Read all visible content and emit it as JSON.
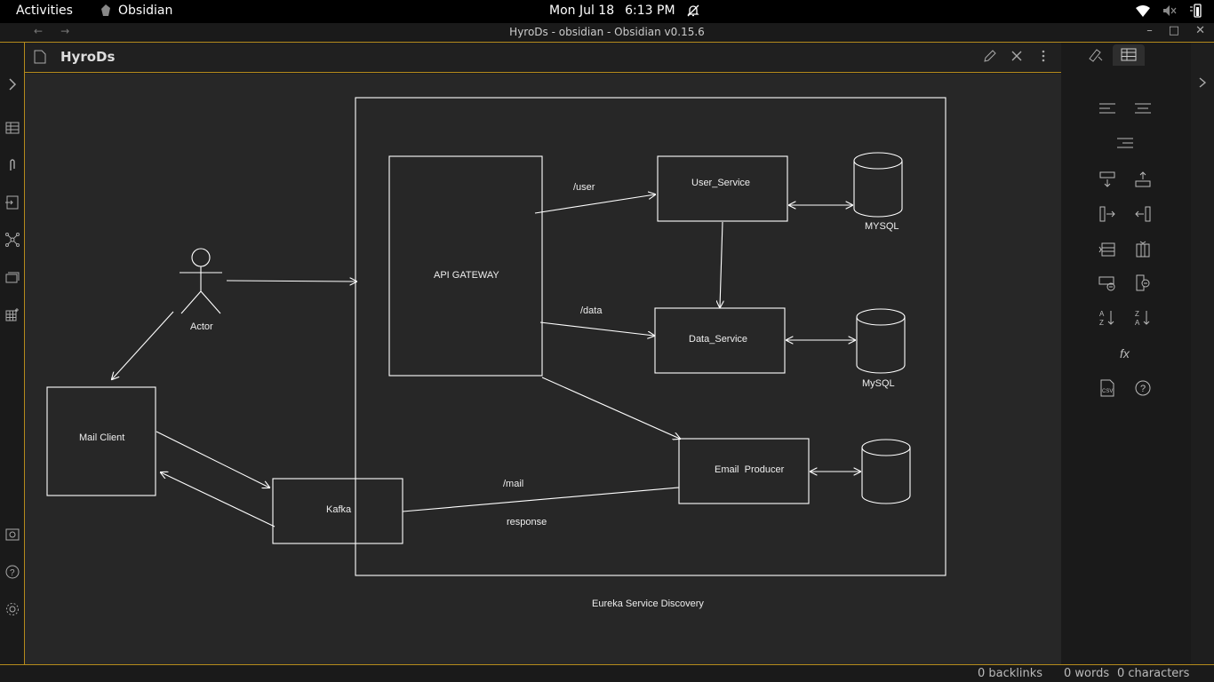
{
  "topbar": {
    "activities": "Activities",
    "app": "Obsidian",
    "date": "Mon Jul 18",
    "time": "6:13 PM"
  },
  "window": {
    "title": "HyroDs - obsidian - Obsidian v0.15.6"
  },
  "note": {
    "title": "HyroDs"
  },
  "diagram": {
    "actor": "Actor",
    "mail_client": "Mail Client",
    "kafka": "Kafka",
    "api_gateway": "API GATEWAY",
    "user_service": "User_Service",
    "data_service": "Data_Service",
    "email_producer": "Email  Producer",
    "db1_label": "MYSQL",
    "db2_label": "MySQL",
    "edge_user": "/user",
    "edge_data": "/data",
    "edge_mail": "/mail",
    "edge_response": "response",
    "container_label": "Eureka Service Discovery"
  },
  "status": {
    "backlinks": "0 backlinks",
    "words": "0 words",
    "characters": "0 characters"
  },
  "colors": {
    "accent": "#b48a1c",
    "canvas": "#272727",
    "stroke": "#ffffff"
  }
}
